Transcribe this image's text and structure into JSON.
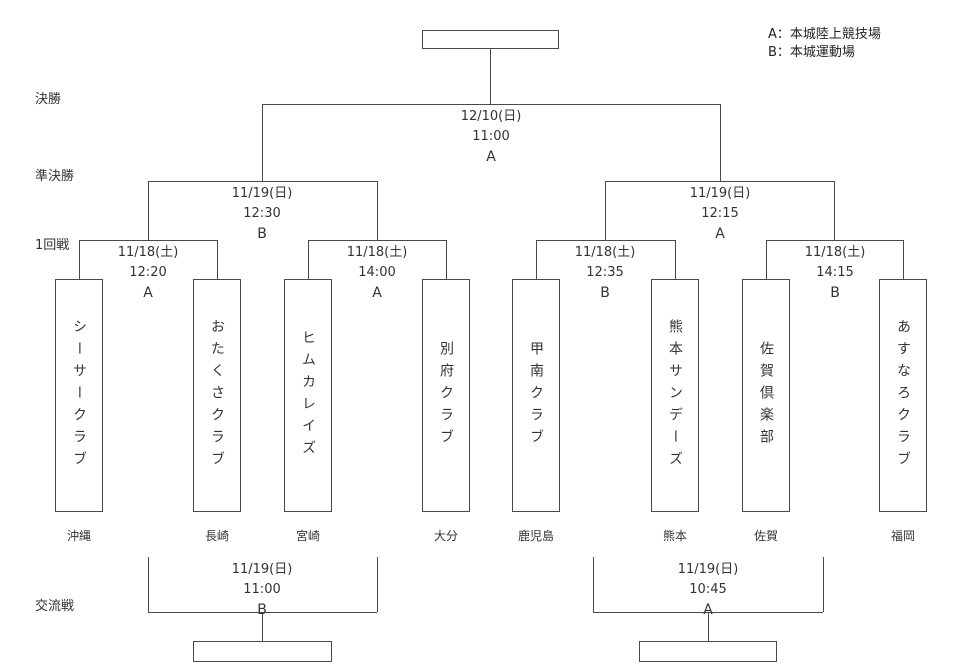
{
  "page": {
    "background_color": "#ffffff",
    "line_color": "#4a4a4a",
    "text_color": "#333333"
  },
  "legend": {
    "venue_a": "A：本城陸上競技場",
    "venue_b": "B：本城運動場"
  },
  "round_labels": {
    "final": "決勝",
    "semifinal": "準決勝",
    "first_round": "1回戦",
    "exchange": "交流戦"
  },
  "final_match": {
    "date": "12/10(日)",
    "time": "11:00",
    "venue": "A"
  },
  "semifinals": [
    {
      "date": "11/19(日)",
      "time": "12:30",
      "venue": "B"
    },
    {
      "date": "11/19(日)",
      "time": "12:15",
      "venue": "A"
    }
  ],
  "first_round": [
    {
      "date": "11/18(土)",
      "time": "12:20",
      "venue": "A"
    },
    {
      "date": "11/18(土)",
      "time": "14:00",
      "venue": "A"
    },
    {
      "date": "11/18(土)",
      "time": "12:35",
      "venue": "B"
    },
    {
      "date": "11/18(土)",
      "time": "14:15",
      "venue": "B"
    }
  ],
  "exchange_matches": [
    {
      "date": "11/19(日)",
      "time": "11:00",
      "venue": "B"
    },
    {
      "date": "11/19(日)",
      "time": "10:45",
      "venue": "A"
    }
  ],
  "teams": [
    {
      "name": "シーサークラブ",
      "prefecture": "沖縄"
    },
    {
      "name": "おたくさクラブ",
      "prefecture": "長崎"
    },
    {
      "name": "ヒムカレイズ",
      "prefecture": "宮崎"
    },
    {
      "name": "別府クラブ",
      "prefecture": "大分"
    },
    {
      "name": "甲南クラブ",
      "prefecture": "鹿児島"
    },
    {
      "name": "熊本サンデーズ",
      "prefecture": "熊本"
    },
    {
      "name": "佐賀倶楽部",
      "prefecture": "佐賀"
    },
    {
      "name": "あすなろクラブ",
      "prefecture": "福岡"
    }
  ]
}
